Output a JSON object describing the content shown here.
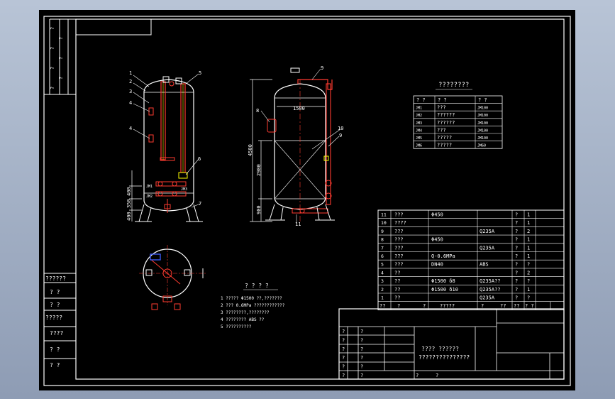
{
  "nozzle_table": {
    "title": "????????",
    "headers": [
      "? ?",
      "? ?",
      "? ?"
    ],
    "rows": [
      [
        "JM1",
        "???",
        "JM100"
      ],
      [
        "JM2",
        "??????",
        "JM100"
      ],
      [
        "JM3",
        "??????",
        "JM100"
      ],
      [
        "JM4",
        "???",
        "JM100"
      ],
      [
        "JM5",
        "?????",
        "JM100"
      ],
      [
        "JM6",
        "?????",
        "JM60"
      ]
    ]
  },
  "parts_list": {
    "rows": [
      [
        "11",
        "???",
        "Φ450",
        "",
        "?",
        "1"
      ],
      [
        "10",
        "????",
        "",
        "",
        "?",
        "1"
      ],
      [
        "9",
        "???",
        "",
        "Q235A",
        "?",
        "2"
      ],
      [
        "8",
        "???",
        "Φ450",
        "",
        "?",
        "1"
      ],
      [
        "7",
        "???",
        "",
        "Q235A",
        "?",
        "1"
      ],
      [
        "6",
        "???",
        "Q-0.6MPa",
        "",
        "?",
        "1"
      ],
      [
        "5",
        "???",
        "DN40",
        "ABS",
        "?",
        "?"
      ],
      [
        "4",
        "??",
        "",
        "",
        "?",
        "2"
      ],
      [
        "3",
        "??",
        "Φ1500  δ8",
        "Q235A??",
        "?",
        "?"
      ],
      [
        "2",
        "??",
        "Φ1500  δ10",
        "Q235A??",
        "?",
        "1"
      ],
      [
        "1",
        "??",
        "",
        "Q235A",
        "?",
        "?"
      ]
    ],
    "header": [
      "??",
      "?",
      "?",
      "?????",
      "?",
      "??",
      "??",
      "?  ?"
    ]
  },
  "title_block": {
    "title_line1": "???? ??????",
    "title_line2": "???????????????",
    "left_rows": [
      [
        "?",
        "?"
      ],
      [
        "?",
        "?"
      ],
      [
        "?",
        "?"
      ],
      [
        "?",
        "?"
      ],
      [
        "?",
        "?"
      ],
      [
        "?",
        "?"
      ]
    ],
    "bottom": [
      "?",
      "?"
    ]
  },
  "tech_req": {
    "title": "? ? ? ?",
    "lines": [
      "1 ?????  Φ1500    ??,???????",
      "2 ???  0.6MPa    ????????????",
      "3 ????????,????????",
      "4 ????????   ABS  ??",
      "5 ??????????"
    ]
  },
  "side_frame": {
    "top_labels": [
      "?",
      "?",
      "?",
      "?",
      "?",
      "?",
      "?"
    ],
    "left_labels": [
      "??????",
      "?  ?",
      "?  ?",
      "?????",
      "????",
      "?  ?",
      "?  ?"
    ]
  },
  "front_view": {
    "balloons": [
      "1",
      "2",
      "3",
      "4",
      "4",
      "5",
      "6",
      "7"
    ],
    "dims": [
      "400",
      "350",
      "400",
      "JM1",
      "JM2",
      "JM3"
    ]
  },
  "side_view": {
    "dims": [
      "1500",
      "4500",
      "2900",
      "900"
    ],
    "balloons": [
      "8",
      "9",
      "9",
      "10",
      "11"
    ]
  },
  "colors": {
    "paper": "#000000",
    "line": "#ffffff",
    "red": "#ff3b30",
    "yellow": "#ffff00",
    "cyan": "#00ffff",
    "blue": "#3d5cff",
    "magenta": "#ff4dff"
  }
}
